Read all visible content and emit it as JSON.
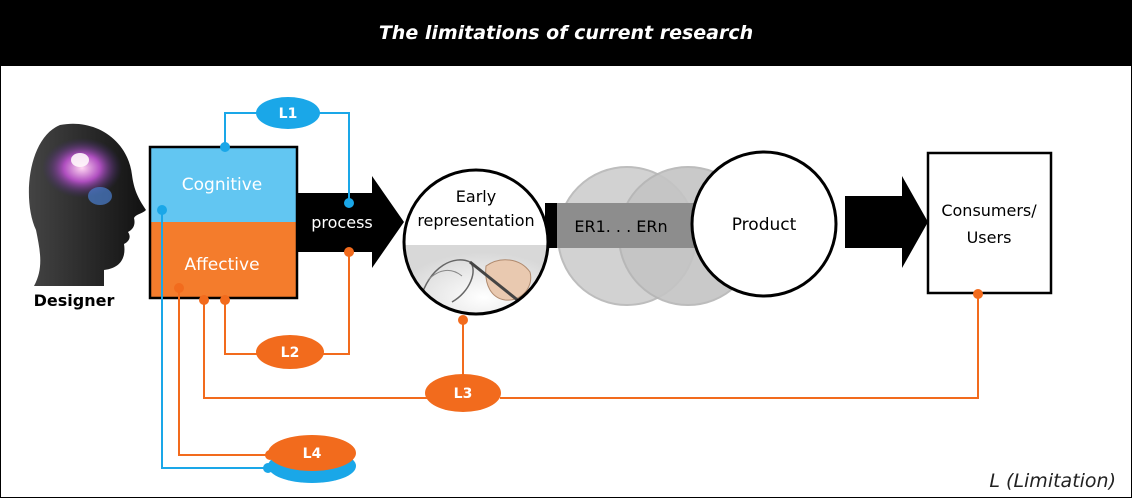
{
  "title": "The  limitations of current research",
  "designer_label": "Designer",
  "cognitive_label": "Cognitive",
  "affective_label": "Affective",
  "process_label": "process",
  "early_rep_line1": "Early",
  "early_rep_line2": "representation",
  "er_label": "ER1. . .  ERn",
  "product_label": "Product",
  "consumers_line1": "Consumers/",
  "consumers_line2": "Users",
  "limitations": {
    "l1": "L1",
    "l2": "L2",
    "l3": "L3",
    "l4": "L4"
  },
  "legend_note": "L (Limitation)",
  "colors": {
    "blue": "#1aa7e8",
    "orange": "#f26b1d",
    "cognitive_fill": "#62c6f2",
    "affective_fill": "#f47c2c",
    "black": "#000000"
  },
  "icons": {
    "designer": "head-brain-silhouette-icon",
    "early_rep": "hand-sketching-image"
  }
}
